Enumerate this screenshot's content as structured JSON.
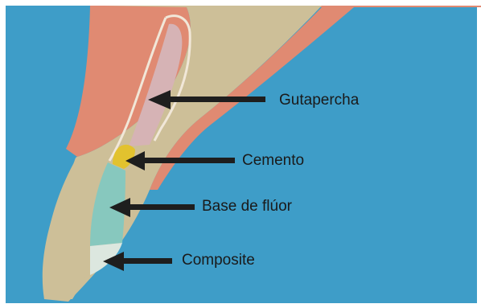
{
  "labels": {
    "gutapercha": "Gutapercha",
    "cemento": "Cemento",
    "base_fluor": "Base de flúor",
    "composite": "Composite"
  },
  "colors": {
    "background": "#3E9DC8",
    "frame": "#FFFFFF",
    "gum": "#E08A72",
    "tooth": "#CDBF98",
    "canal": "#D6B3B5",
    "cement": "#E2C22E",
    "fluoride_base": "#87C8BE",
    "composite": "#DCE7DF",
    "arrow": "#1E1E1E"
  },
  "icons": {
    "arrows": "left-pointing-arrow"
  }
}
